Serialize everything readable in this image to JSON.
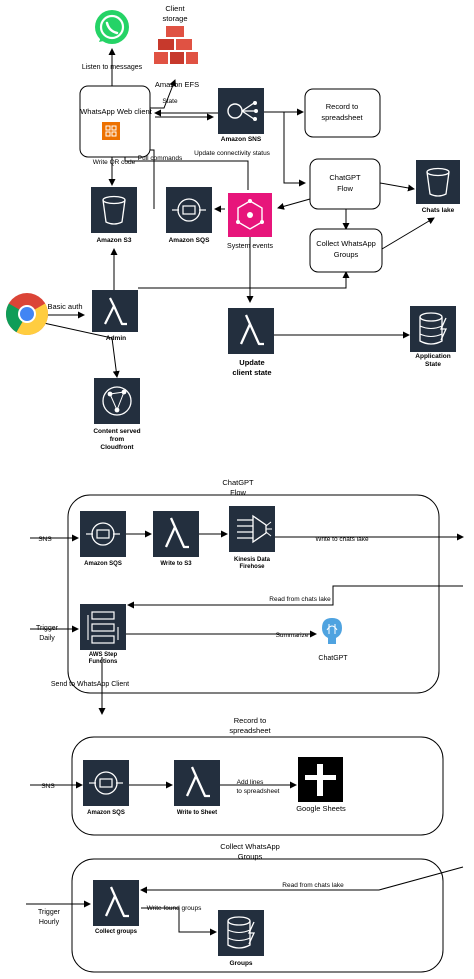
{
  "top": {
    "whatsapp_client": "WhatsApp Web client",
    "client_storage_l1": "Client",
    "client_storage_l2": "storage",
    "amazon_efs": "Amazon EFS",
    "listen_to_messages": "Listen to messages",
    "state": "State",
    "amazon_sns": "Amazon SNS",
    "record_l1": "Record to",
    "record_l2": "spreadsheet",
    "chatgpt_flow_l1": "ChatGPT",
    "chatgpt_flow_l2": "Flow",
    "chats_lake": "Chats lake",
    "collect_l1": "Collect WhatsApp",
    "collect_l2": "Groups",
    "write_qr": "Write QR code",
    "pull_commands": "Pull commands",
    "update_conn": "Update connectivity status",
    "amazon_s3": "Amazon S3",
    "amazon_sqs": "Amazon SQS",
    "system_events": "System events",
    "basic_auth": "Basic auth",
    "admin": "Admin",
    "update_state_l1": "Update",
    "update_state_l2": "client state",
    "app_state_l1": "Application",
    "app_state_l2": "State",
    "cf_l1": "Content served",
    "cf_l2": "from",
    "cf_l3": "Cloudfront"
  },
  "chatgpt_section": {
    "title_l1": "ChatGPT",
    "title_l2": "Flow",
    "sns": "SNS",
    "amazon_sqs": "Amazon SQS",
    "write_to_s3": "Write to S3",
    "kinesis_l1": "Kinesis Data",
    "kinesis_l2": "Firehose",
    "write_to_chats_lake": "Write to chats lake",
    "read_from_chats_lake": "Read from chats lake",
    "trigger_l1": "Trigger",
    "trigger_l2": "Daily",
    "step_l1": "AWS Step",
    "step_l2": "Functions",
    "summarize": "Summarize",
    "chatgpt": "ChatGPT",
    "send_to_client": "Send to WhatsApp Client"
  },
  "record_section": {
    "title_l1": "Record to",
    "title_l2": "spreadsheet",
    "sns": "SNS",
    "amazon_sqs": "Amazon SQS",
    "write_to_sheet": "Write to Sheet",
    "add_lines_l1": "Add lines",
    "add_lines_l2": "to spreadsheet",
    "google_sheets": "Google Sheets"
  },
  "collect_section": {
    "title_l1": "Collect WhatsApp",
    "title_l2": "Groups",
    "read_from_chats_lake": "Read from chats lake",
    "trigger_l1": "Trigger",
    "trigger_l2": "Hourly",
    "write_found_groups": "Write found groups",
    "collect_groups": "Collect groups",
    "groups": "Groups"
  },
  "colors": {
    "aws_dark": "#232f3e",
    "efs_red": "#e05243",
    "events_pink": "#e7157b",
    "whatsapp_green": "#25d366",
    "chatgpt_blue": "#4fa3e0",
    "lambda_orange": "#ed7100"
  },
  "icons": [
    "whatsapp-icon",
    "efs-icon",
    "sns-icon",
    "s3-bucket-icon",
    "sqs-icon",
    "eventbridge-icon",
    "lambda-icon",
    "chrome-icon",
    "cloudfront-icon",
    "dynamodb-icon",
    "kinesis-icon",
    "step-functions-icon",
    "chatgpt-icon",
    "google-sheets-icon"
  ]
}
